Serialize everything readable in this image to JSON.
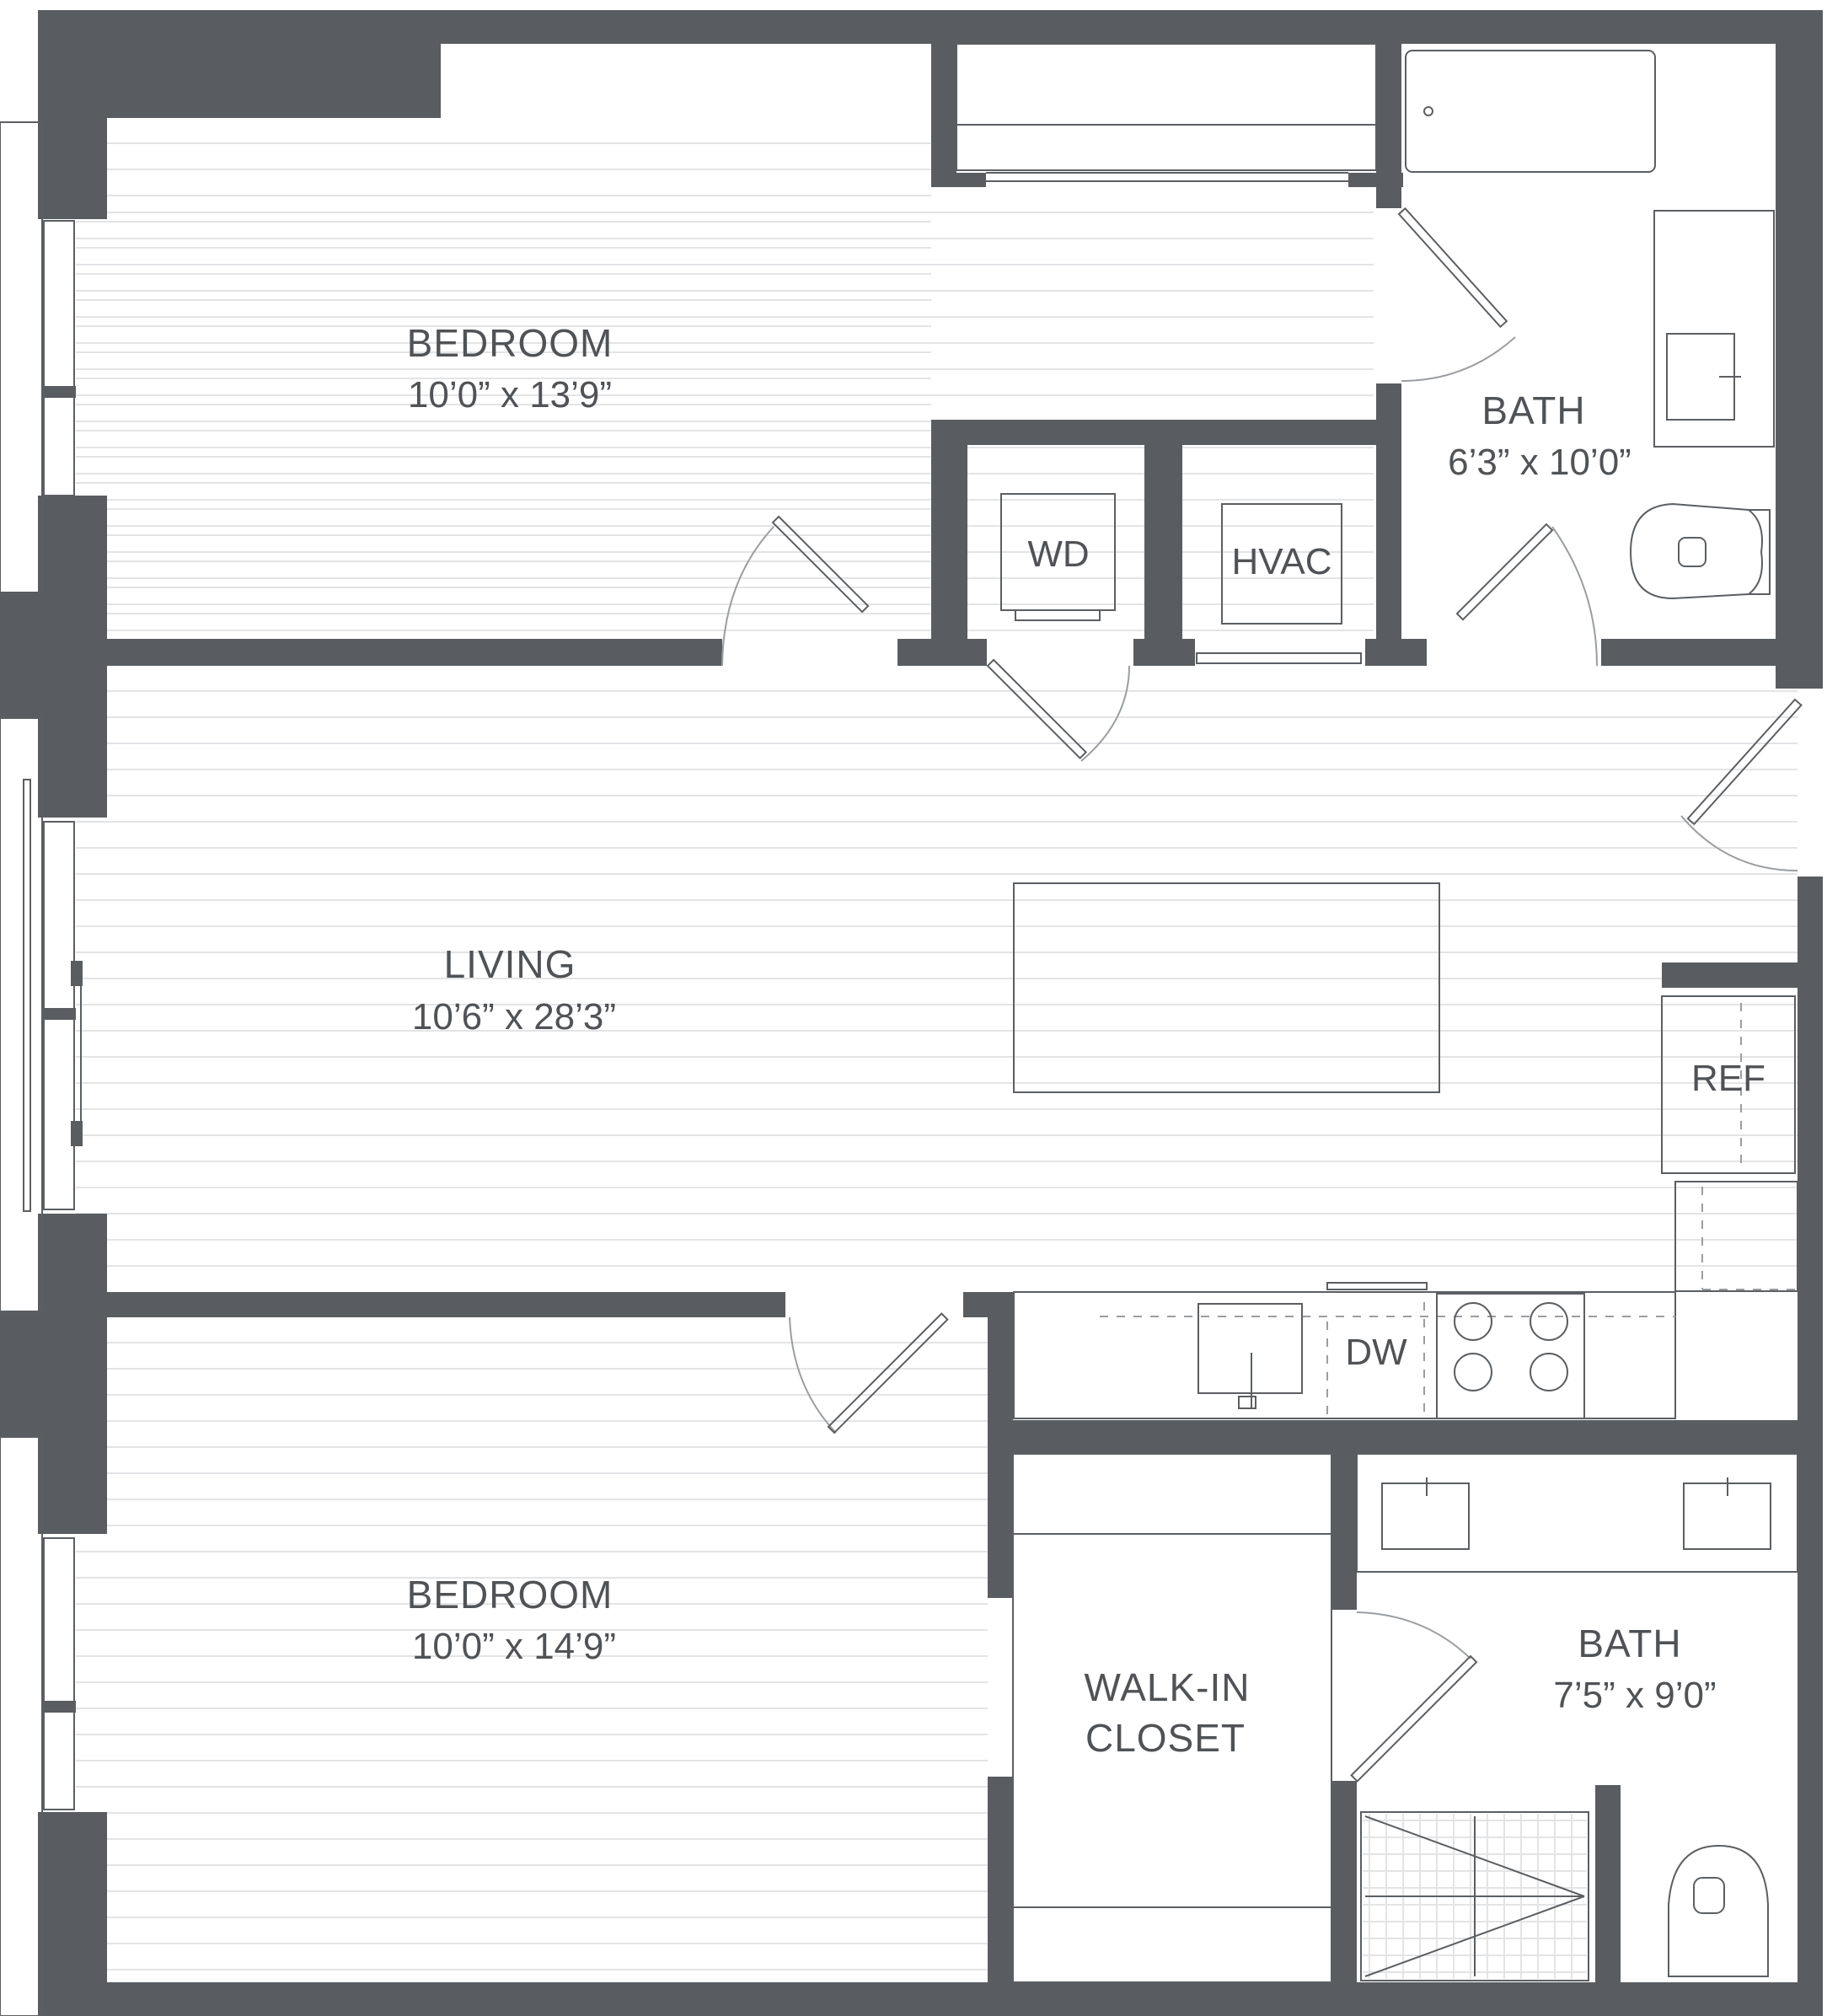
{
  "rooms": {
    "bedroom_1": {
      "name": "BEDROOM",
      "dims": "10’0” x 13’9”"
    },
    "bath_1": {
      "name": "BATH",
      "dims": "6’3” x 10’0”"
    },
    "living": {
      "name": "LIVING",
      "dims": "10’6” x 28’3”"
    },
    "bedroom_2": {
      "name": "BEDROOM",
      "dims": "10’0” x 14’9”"
    },
    "closet": {
      "name_line1": "WALK-IN",
      "name_line2": "CLOSET"
    },
    "bath_2": {
      "name": "BATH",
      "dims": "7’5” x 9’0”"
    }
  },
  "fixtures": {
    "washer_dryer": "WD",
    "hvac": "HVAC",
    "refrigerator": "REF",
    "dishwasher": "DW"
  },
  "colors": {
    "wall": "#595d61",
    "text": "#4f5357",
    "floor_line": "#e3e4e6",
    "background": "#ffffff"
  }
}
